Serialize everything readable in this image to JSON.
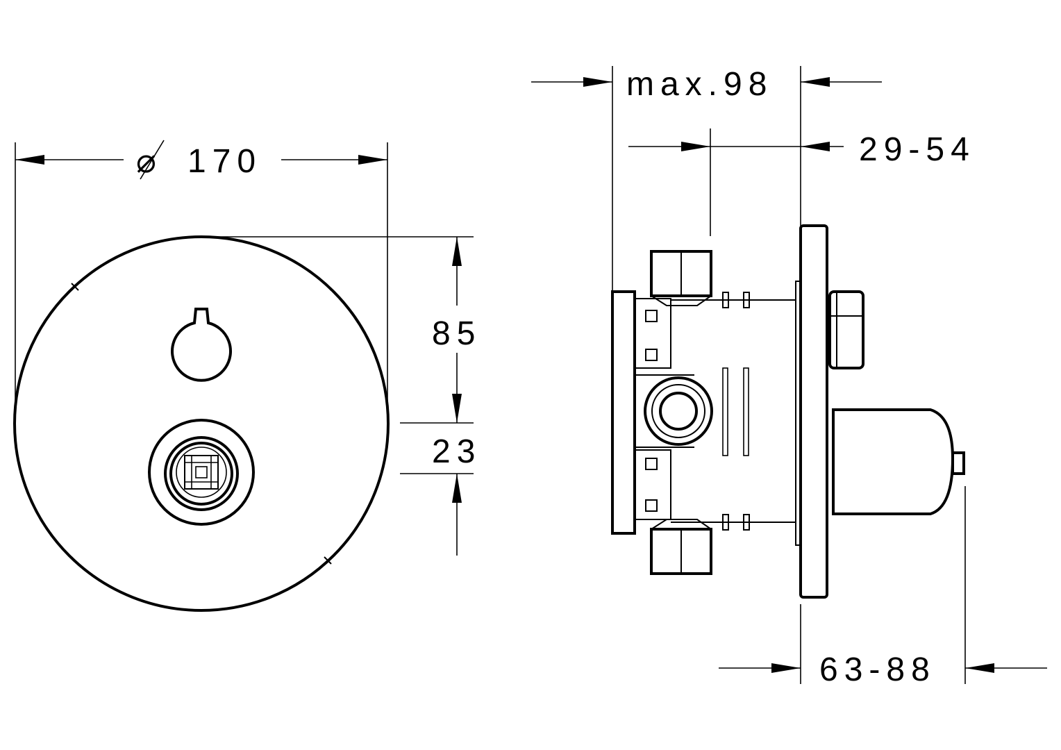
{
  "dimensions": {
    "diameter_symbol": "⌀",
    "diameter": "170",
    "height_upper": "85",
    "height_lower": "23",
    "max_depth": "max.98",
    "depth_range_1": "29-54",
    "depth_range_2": "63-88"
  },
  "colors": {
    "line": "#000000",
    "background": "#ffffff"
  }
}
